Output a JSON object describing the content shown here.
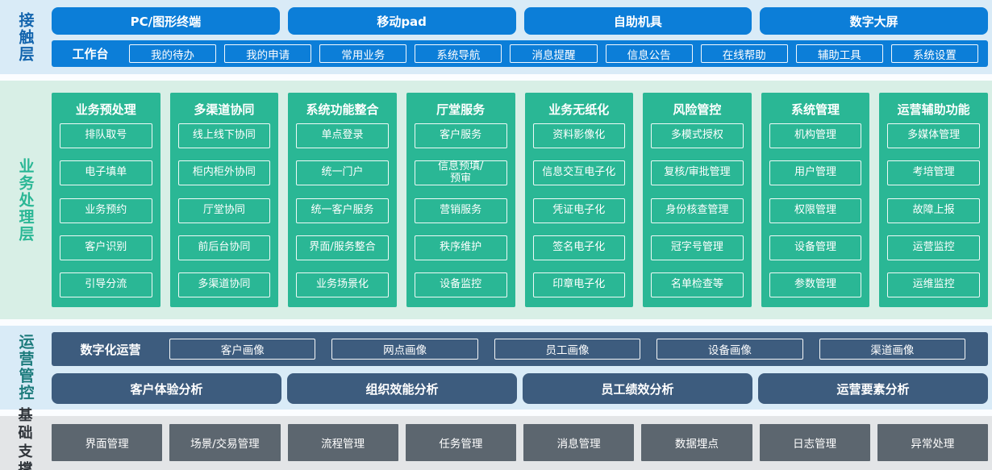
{
  "colors": {
    "blue": "#0c7ed8",
    "label_blue": "#1365ae",
    "band_blue_bg": "#d9ebf7",
    "green": "#2ab795",
    "band_green_bg": "#d8efe6",
    "slate": "#3d5c7e",
    "label_teal": "#1c7b7c",
    "band_gray_bg": "#e3e5e7",
    "gray": "#5c666f",
    "label_dark": "#2f343a"
  },
  "layers": {
    "contact": {
      "label": "接触层",
      "terminals": [
        "PC/图形终端",
        "移动pad",
        "自助机具",
        "数字大屏"
      ],
      "workbench": {
        "label": "工作台",
        "items": [
          "我的待办",
          "我的申请",
          "常用业务",
          "系统导航",
          "消息提醒",
          "信息公告",
          "在线帮助",
          "辅助工具",
          "系统设置"
        ]
      }
    },
    "business": {
      "label": "业务处理层",
      "columns": [
        {
          "title": "业务预处理",
          "items": [
            "排队取号",
            "电子填单",
            "业务预约",
            "客户识别",
            "引导分流"
          ]
        },
        {
          "title": "多渠道协同",
          "items": [
            "线上线下协同",
            "柜内柜外协同",
            "厅堂协同",
            "前后台协同",
            "多渠道协同"
          ]
        },
        {
          "title": "系统功能整合",
          "items": [
            "单点登录",
            "统一门户",
            "统一客户服务",
            "界面/服务整合",
            "业务场景化"
          ]
        },
        {
          "title": "厅堂服务",
          "items": [
            "客户服务",
            "信息预填/\n预审",
            "营销服务",
            "秩序维护",
            "设备监控"
          ]
        },
        {
          "title": "业务无纸化",
          "items": [
            "资料影像化",
            "信息交互电子化",
            "凭证电子化",
            "签名电子化",
            "印章电子化"
          ]
        },
        {
          "title": "风险管控",
          "items": [
            "多模式授权",
            "复核/审批管理",
            "身份核查管理",
            "冠字号管理",
            "名单检查等"
          ]
        },
        {
          "title": "系统管理",
          "items": [
            "机构管理",
            "用户管理",
            "权限管理",
            "设备管理",
            "参数管理"
          ]
        },
        {
          "title": "运营辅助功能",
          "items": [
            "多媒体管理",
            "考培管理",
            "故障上报",
            "运营监控",
            "运维监控"
          ]
        }
      ]
    },
    "operations": {
      "label": "运营管控",
      "digital_ops": {
        "label": "数字化运营",
        "items": [
          "客户画像",
          "网点画像",
          "员工画像",
          "设备画像",
          "渠道画像"
        ]
      },
      "analysis": [
        "客户体验分析",
        "组织效能分析",
        "员工绩效分析",
        "运营要素分析"
      ]
    },
    "foundation": {
      "label": "基础支撑",
      "items": [
        "界面管理",
        "场景/交易管理",
        "流程管理",
        "任务管理",
        "消息管理",
        "数据埋点",
        "日志管理",
        "异常处理"
      ]
    }
  }
}
